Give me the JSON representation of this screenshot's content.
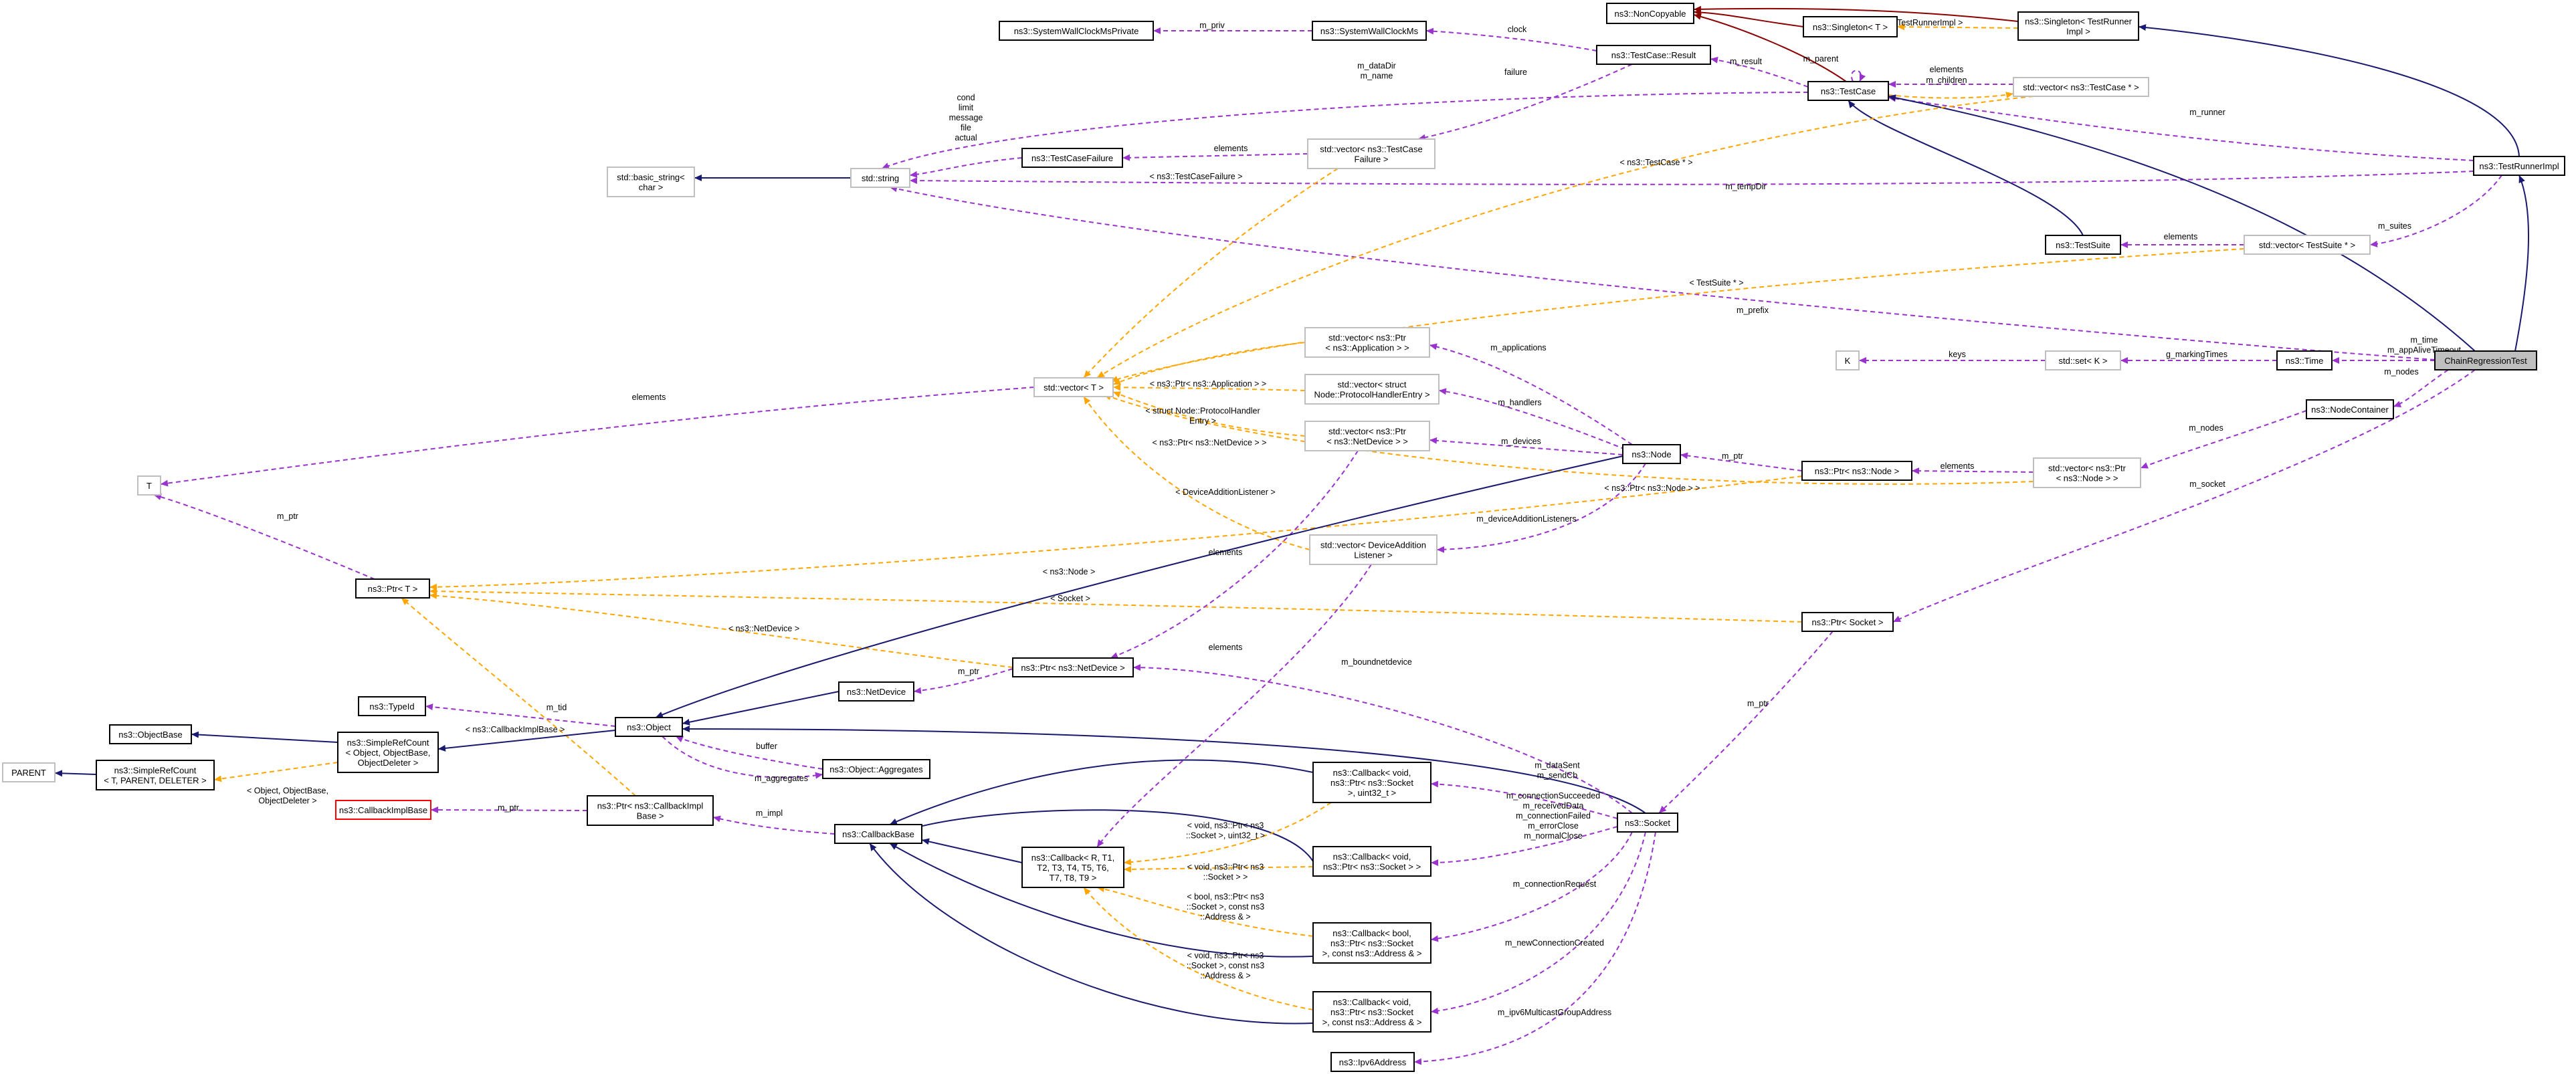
{
  "colors": {
    "inherit": "#191970",
    "template": "#ffa500",
    "member": "#9a32cd",
    "private": "#8b0000",
    "box_border": "#000000",
    "light_border": "#bfbfbf",
    "highlight_fill": "#bfbfbf",
    "red_border": "#ff0000"
  },
  "nodes": [
    {
      "id": "noncopyable",
      "lines": [
        "ns3::NonCopyable"
      ]
    },
    {
      "id": "singleton_t",
      "lines": [
        "ns3::Singleton< T >"
      ]
    },
    {
      "id": "singleton_runner",
      "lines": [
        "ns3::Singleton< TestRunner",
        "Impl >"
      ]
    },
    {
      "id": "testcase",
      "lines": [
        "ns3::TestCase"
      ]
    },
    {
      "id": "testcase_result",
      "lines": [
        "ns3::TestCase::Result"
      ]
    },
    {
      "id": "swc_ms",
      "lines": [
        "ns3::SystemWallClockMs"
      ]
    },
    {
      "id": "swc_ms_private",
      "lines": [
        "ns3::SystemWallClockMsPrivate"
      ]
    },
    {
      "id": "vec_testcase",
      "lines": [
        "std::vector< ns3::TestCase * >"
      ]
    },
    {
      "id": "testrunnerimpl",
      "lines": [
        "ns3::TestRunnerImpl"
      ]
    },
    {
      "id": "basic_string",
      "lines": [
        "std::basic_string<",
        "char >"
      ]
    },
    {
      "id": "std_string",
      "lines": [
        "std::string"
      ]
    },
    {
      "id": "testcasefailure",
      "lines": [
        "ns3::TestCaseFailure"
      ]
    },
    {
      "id": "vec_failure",
      "lines": [
        "std::vector< ns3::TestCase",
        "Failure >"
      ]
    },
    {
      "id": "testsuite",
      "lines": [
        "ns3::TestSuite"
      ]
    },
    {
      "id": "vec_testsuite",
      "lines": [
        "std::vector< TestSuite * >"
      ]
    },
    {
      "id": "chain",
      "lines": [
        "ChainRegressionTest"
      ]
    },
    {
      "id": "K",
      "lines": [
        "K"
      ]
    },
    {
      "id": "set_k",
      "lines": [
        "std::set< K >"
      ]
    },
    {
      "id": "time",
      "lines": [
        "ns3::Time"
      ]
    },
    {
      "id": "nodecontainer",
      "lines": [
        "ns3::NodeContainer"
      ]
    },
    {
      "id": "vec_t",
      "lines": [
        "std::vector< T >"
      ]
    },
    {
      "id": "vec_app",
      "lines": [
        "std::vector< ns3::Ptr",
        "< ns3::Application > >"
      ]
    },
    {
      "id": "vec_phe",
      "lines": [
        "std::vector< struct",
        "Node::ProtocolHandlerEntry >"
      ]
    },
    {
      "id": "vec_netdev",
      "lines": [
        "std::vector< ns3::Ptr",
        "< ns3::NetDevice > >"
      ]
    },
    {
      "id": "node",
      "lines": [
        "ns3::Node"
      ]
    },
    {
      "id": "ptr_node",
      "lines": [
        "ns3::Ptr< ns3::Node >"
      ]
    },
    {
      "id": "vec_ptr_node",
      "lines": [
        "std::vector< ns3::Ptr",
        "< ns3::Node > >"
      ]
    },
    {
      "id": "T",
      "lines": [
        "T"
      ]
    },
    {
      "id": "vec_dal",
      "lines": [
        "std::vector< DeviceAddition",
        "Listener >"
      ]
    },
    {
      "id": "ptr_t",
      "lines": [
        "ns3::Ptr< T >"
      ]
    },
    {
      "id": "ptr_socket",
      "lines": [
        "ns3::Ptr< Socket >"
      ]
    },
    {
      "id": "ptr_netdevice",
      "lines": [
        "ns3::Ptr< ns3::NetDevice >"
      ]
    },
    {
      "id": "netdevice",
      "lines": [
        "ns3::NetDevice"
      ]
    },
    {
      "id": "typeid",
      "lines": [
        "ns3::TypeId"
      ]
    },
    {
      "id": "object",
      "lines": [
        "ns3::Object"
      ]
    },
    {
      "id": "objectbase",
      "lines": [
        "ns3::ObjectBase"
      ]
    },
    {
      "id": "simplerefcount_obj",
      "lines": [
        "ns3::SimpleRefCount",
        "< Object, ObjectBase,",
        "ObjectDeleter >"
      ]
    },
    {
      "id": "aggregates",
      "lines": [
        "ns3::Object::Aggregates"
      ]
    },
    {
      "id": "parent",
      "lines": [
        "PARENT"
      ]
    },
    {
      "id": "simplerefcount_t",
      "lines": [
        "ns3::SimpleRefCount",
        "< T, PARENT, DELETER >"
      ]
    },
    {
      "id": "callbackimplbase",
      "lines": [
        "ns3::CallbackImplBase"
      ]
    },
    {
      "id": "ptr_cib",
      "lines": [
        "ns3::Ptr< ns3::CallbackImpl",
        "Base >"
      ]
    },
    {
      "id": "callbackbase",
      "lines": [
        "ns3::CallbackBase"
      ]
    },
    {
      "id": "callback_t",
      "lines": [
        "ns3::Callback< R, T1,",
        "T2, T3, T4, T5, T6,",
        "T7, T8, T9 >"
      ]
    },
    {
      "id": "cb1",
      "lines": [
        "ns3::Callback< void,",
        "ns3::Ptr< ns3::Socket",
        ">, uint32_t >"
      ]
    },
    {
      "id": "cb2",
      "lines": [
        "ns3::Callback< void,",
        "ns3::Ptr< ns3::Socket > >"
      ]
    },
    {
      "id": "cb3",
      "lines": [
        "ns3::Callback< bool,",
        "ns3::Ptr< ns3::Socket",
        ">, const ns3::Address & >"
      ]
    },
    {
      "id": "cb4",
      "lines": [
        "ns3::Callback< void,",
        "ns3::Ptr< ns3::Socket",
        ">, const ns3::Address & >"
      ]
    },
    {
      "id": "socket",
      "lines": [
        "ns3::Socket"
      ]
    },
    {
      "id": "ipv6address",
      "lines": [
        "ns3::Ipv6Address"
      ]
    }
  ],
  "edge_labels": [
    {
      "id": "m_priv",
      "lines": [
        "m_priv"
      ]
    },
    {
      "id": "clock",
      "lines": [
        "clock"
      ]
    },
    {
      "id": "m_result",
      "lines": [
        "m_result"
      ]
    },
    {
      "id": "failure",
      "lines": [
        "failure"
      ]
    },
    {
      "id": "m_parent",
      "lines": [
        "m_parent"
      ]
    },
    {
      "id": "elements_children",
      "lines": [
        "elements"
      ]
    },
    {
      "id": "m_children",
      "lines": [
        "m_children"
      ]
    },
    {
      "id": "datadir_name",
      "lines": [
        "m_dataDir",
        "m_name"
      ]
    },
    {
      "id": "tr_impl",
      "lines": [
        "< TestRunnerImpl >"
      ]
    },
    {
      "id": "cond_list",
      "lines": [
        "cond",
        "limit",
        "message",
        "file",
        "actual"
      ]
    },
    {
      "id": "elements_failure",
      "lines": [
        "elements"
      ]
    },
    {
      "id": "tcf_template",
      "lines": [
        "< ns3::TestCaseFailure >"
      ]
    },
    {
      "id": "tc_ptr_template",
      "lines": [
        "< ns3::TestCase * >"
      ]
    },
    {
      "id": "m_tempdir",
      "lines": [
        "m_tempDir"
      ]
    },
    {
      "id": "m_runner",
      "lines": [
        "m_runner"
      ]
    },
    {
      "id": "m_suites",
      "lines": [
        "m_suites"
      ]
    },
    {
      "id": "elements_suite",
      "lines": [
        "elements"
      ]
    },
    {
      "id": "ts_ptr_template",
      "lines": [
        "< TestSuite * >"
      ]
    },
    {
      "id": "m_prefix",
      "lines": [
        "m_prefix"
      ]
    },
    {
      "id": "keys",
      "lines": [
        "keys"
      ]
    },
    {
      "id": "g_markingtimes",
      "lines": [
        "g_markingTimes"
      ]
    },
    {
      "id": "m_time",
      "lines": [
        "m_time",
        "m_appAliveTimeout"
      ]
    },
    {
      "id": "m_nodes_chain",
      "lines": [
        "m_nodes"
      ]
    },
    {
      "id": "m_nodes_nc",
      "lines": [
        "m_nodes"
      ]
    },
    {
      "id": "m_socket",
      "lines": [
        "m_socket"
      ]
    },
    {
      "id": "app_template",
      "lines": [
        "< ns3::Ptr< ns3::Application > >"
      ]
    },
    {
      "id": "m_applications",
      "lines": [
        "m_applications"
      ]
    },
    {
      "id": "phe_template",
      "lines": [
        "< struct Node::ProtocolHandler",
        "Entry >"
      ]
    },
    {
      "id": "m_handlers",
      "lines": [
        "m_handlers"
      ]
    },
    {
      "id": "netdev_template",
      "lines": [
        "< ns3::Ptr< ns3::NetDevice > >"
      ]
    },
    {
      "id": "m_devices",
      "lines": [
        "m_devices"
      ]
    },
    {
      "id": "m_ptr_node",
      "lines": [
        "m_ptr"
      ]
    },
    {
      "id": "elements_node",
      "lines": [
        "elements"
      ]
    },
    {
      "id": "ptrnode_template",
      "lines": [
        "< ns3::Ptr< ns3::Node > >"
      ]
    },
    {
      "id": "elements_T",
      "lines": [
        "elements"
      ]
    },
    {
      "id": "dal_template",
      "lines": [
        "< DeviceAdditionListener >"
      ]
    },
    {
      "id": "m_dal",
      "lines": [
        "m_deviceAdditionListeners"
      ]
    },
    {
      "id": "m_ptr_t",
      "lines": [
        "m_ptr"
      ]
    },
    {
      "id": "node_template",
      "lines": [
        "< ns3::Node >"
      ]
    },
    {
      "id": "socket_template",
      "lines": [
        "< Socket >"
      ]
    },
    {
      "id": "netdevice_template",
      "lines": [
        "< ns3::NetDevice >"
      ]
    },
    {
      "id": "elements_netdev",
      "lines": [
        "elements"
      ]
    },
    {
      "id": "m_ptr_socket",
      "lines": [
        "m_ptr"
      ]
    },
    {
      "id": "m_ptr_nd",
      "lines": [
        "m_ptr"
      ]
    },
    {
      "id": "m_boundnetdevice",
      "lines": [
        "m_boundnetdevice"
      ]
    },
    {
      "id": "elements_cb",
      "lines": [
        "elements"
      ]
    },
    {
      "id": "m_tid",
      "lines": [
        "m_tid"
      ]
    },
    {
      "id": "cib_template",
      "lines": [
        "< ns3::CallbackImplBase >"
      ]
    },
    {
      "id": "buffer",
      "lines": [
        "buffer"
      ]
    },
    {
      "id": "m_aggregates",
      "lines": [
        "m_aggregates"
      ]
    },
    {
      "id": "obj_template",
      "lines": [
        "< Object, ObjectBase,",
        "ObjectDeleter >"
      ]
    },
    {
      "id": "m_ptr_cib",
      "lines": [
        "m_ptr"
      ]
    },
    {
      "id": "m_impl",
      "lines": [
        "m_impl"
      ]
    },
    {
      "id": "cb1_template",
      "lines": [
        "< void, ns3::Ptr< ns3",
        "::Socket >, uint32_t >"
      ]
    },
    {
      "id": "cb2_template",
      "lines": [
        "< void, ns3::Ptr< ns3",
        "::Socket > >"
      ]
    },
    {
      "id": "cb3_template",
      "lines": [
        "< bool, ns3::Ptr< ns3",
        "::Socket >, const ns3",
        "::Address & >"
      ]
    },
    {
      "id": "cb4_template",
      "lines": [
        "< void, ns3::Ptr< ns3",
        "::Socket >, const ns3",
        "::Address & >"
      ]
    },
    {
      "id": "m_datasent",
      "lines": [
        "m_dataSent",
        "m_sendCb"
      ]
    },
    {
      "id": "m_conn",
      "lines": [
        "m_connectionSucceeded",
        "m_receivedData",
        "m_connectionFailed",
        "m_errorClose",
        "m_normalClose"
      ]
    },
    {
      "id": "m_connreq",
      "lines": [
        "m_connectionRequest"
      ]
    },
    {
      "id": "m_newconn",
      "lines": [
        "m_newConnectionCreated"
      ]
    },
    {
      "id": "m_ipv6",
      "lines": [
        "m_ipv6MulticastGroupAddress"
      ]
    }
  ]
}
